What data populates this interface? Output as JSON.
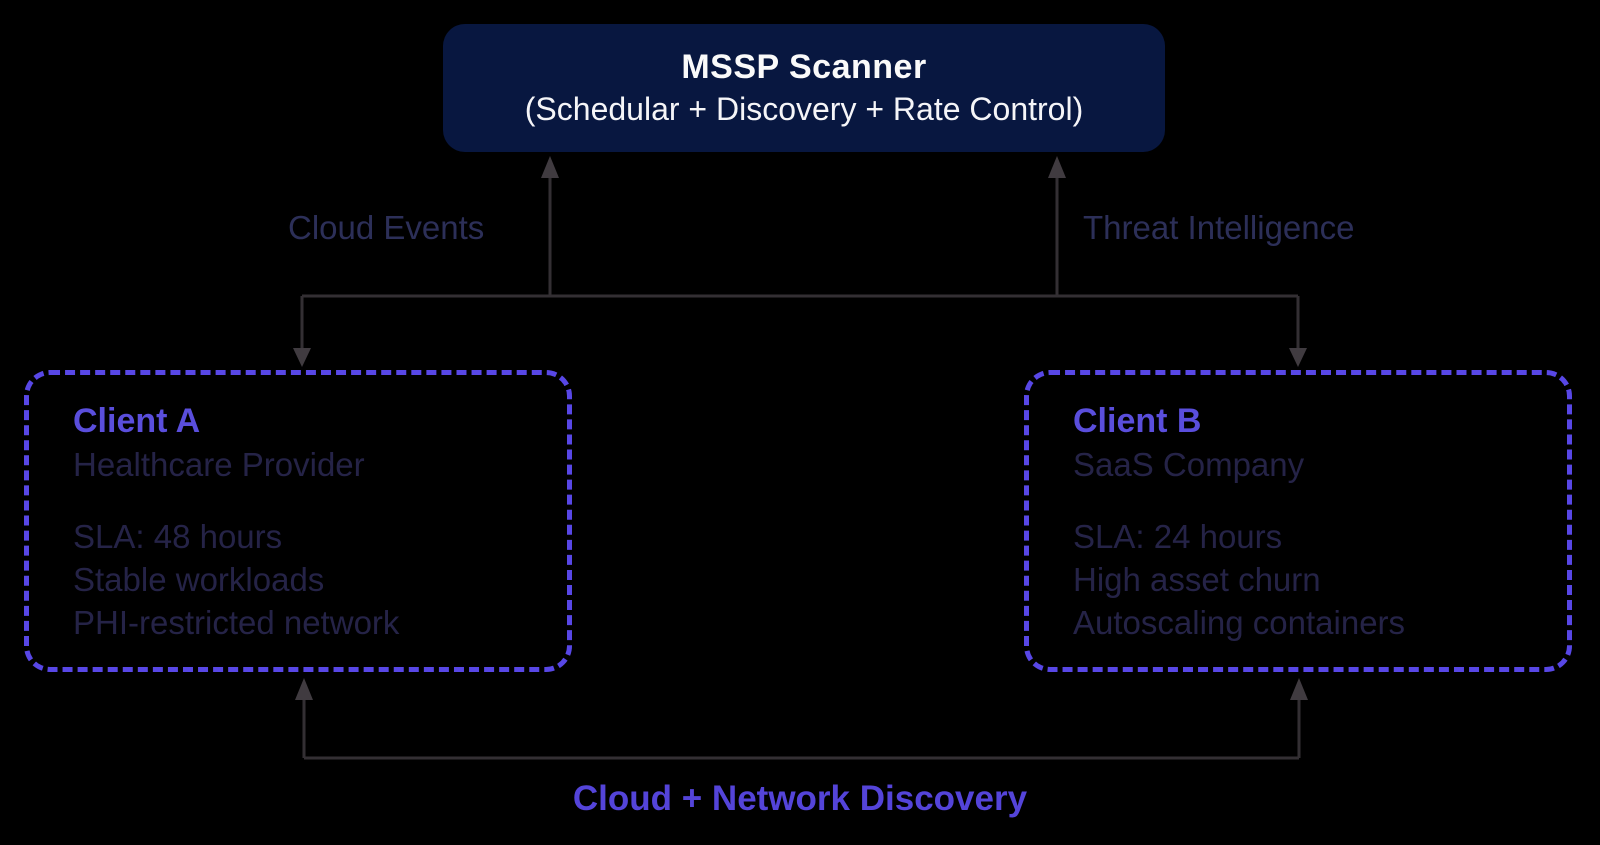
{
  "diagram": {
    "scanner": {
      "title": "MSSP Scanner",
      "subtitle": "(Schedular + Discovery + Rate Control)"
    },
    "labels": {
      "cloud_events": "Cloud Events",
      "threat_intelligence": "Threat Intelligence",
      "cloud_network_discovery": "Cloud + Network Discovery"
    },
    "clients": [
      {
        "name": "Client A",
        "type": "Healthcare Provider",
        "details": [
          "SLA: 48 hours",
          "Stable workloads",
          "PHI-restricted network"
        ]
      },
      {
        "name": "Client B",
        "type": "SaaS Company",
        "details": [
          "SLA: 24 hours",
          "High asset churn",
          "Autoscaling containers"
        ]
      }
    ],
    "colors": {
      "background": "#000000",
      "scanner_box_fill": "#081740",
      "scanner_text": "#fafafa",
      "client_border": "#5847e6",
      "client_heading": "#5a4edc",
      "client_body_text": "#252347",
      "edge_label_text": "#2c2f58",
      "bottom_label_text": "#5444d9",
      "connector_line": "#332f33",
      "arrowhead": "#403b40"
    }
  }
}
